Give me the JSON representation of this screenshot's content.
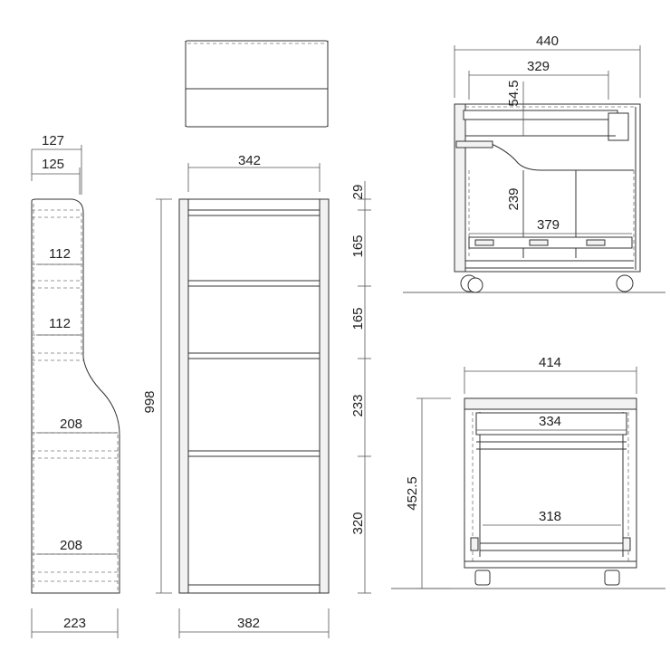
{
  "dimensions": {
    "side_top_outer": "127",
    "side_top_inner": "125",
    "side_shelf_1": "112",
    "side_shelf_2": "112",
    "side_mid": "208",
    "side_bottom": "208",
    "side_base": "223",
    "front_top_width": "342",
    "front_height": "998",
    "front_base": "382",
    "seg_1": "29",
    "seg_2": "165",
    "seg_3": "165",
    "seg_4": "233",
    "seg_5": "320",
    "cart_side_width": "440",
    "cart_side_inner": "329",
    "cart_side_offset": "54.5",
    "cart_side_height": "239",
    "cart_side_rail": "379",
    "cart_front_width": "414",
    "cart_front_drawer": "334",
    "cart_front_height": "452.5",
    "cart_front_bottom": "318"
  }
}
